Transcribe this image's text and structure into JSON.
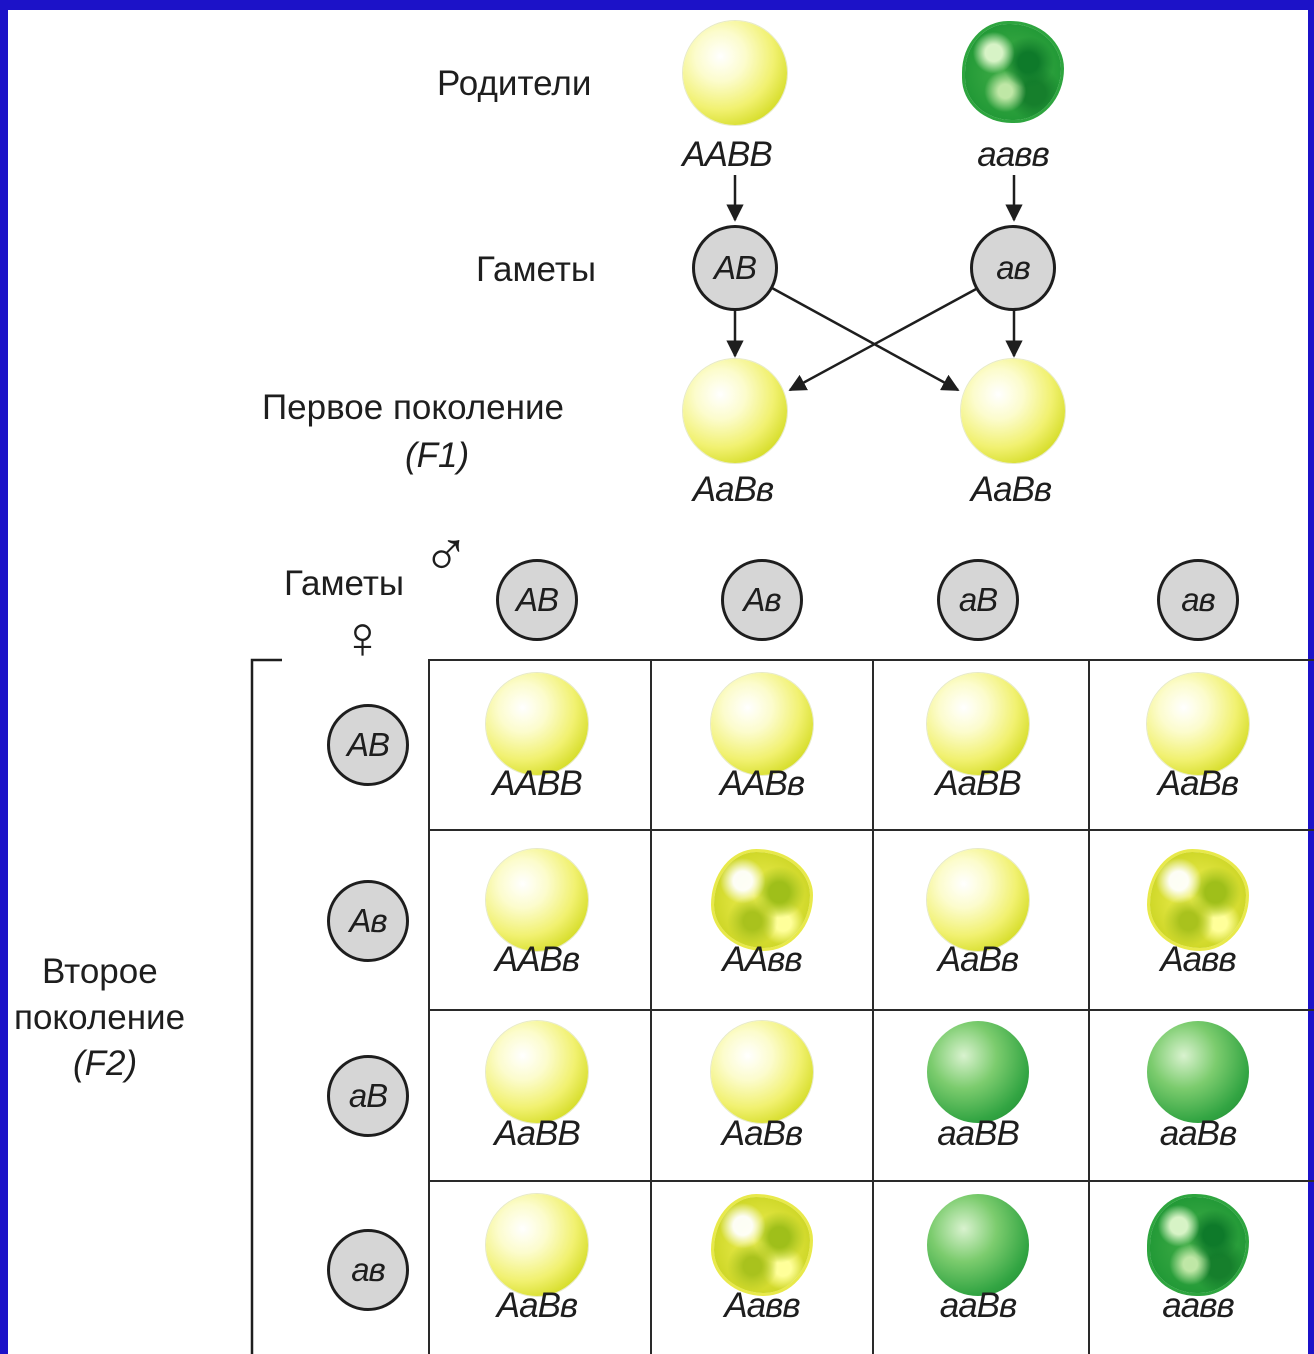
{
  "labels": {
    "parents": "Родители",
    "gametes": "Гаметы",
    "f1_line1": "Первое поколение",
    "f1_line2": "(F1)",
    "grid_gametes": "Гаметы",
    "f2_line1": "Второе",
    "f2_line2": "поколение",
    "f2_line3": "(F2)"
  },
  "symbols": {
    "male": "♂",
    "female": "♀"
  },
  "parents": [
    {
      "genotype": "AABB",
      "phenotype": "yellow-smooth"
    },
    {
      "genotype": "aaвв",
      "phenotype": "green-wrinkled"
    }
  ],
  "parent_gametes": [
    "AB",
    "aв"
  ],
  "f1": [
    {
      "genotype": "AaBв",
      "phenotype": "yellow-smooth"
    },
    {
      "genotype": "AaBв",
      "phenotype": "yellow-smooth"
    }
  ],
  "male_gametes": [
    "AB",
    "Aв",
    "aB",
    "aв"
  ],
  "female_gametes": [
    "AB",
    "Aв",
    "aB",
    "aв"
  ],
  "punnett": [
    [
      {
        "g": "AABB",
        "p": "ys"
      },
      {
        "g": "AABв",
        "p": "ys"
      },
      {
        "g": "AaBB",
        "p": "ys"
      },
      {
        "g": "AaBв",
        "p": "ys"
      }
    ],
    [
      {
        "g": "AABв",
        "p": "ys"
      },
      {
        "g": "AAвв",
        "p": "yw"
      },
      {
        "g": "AaBв",
        "p": "ys"
      },
      {
        "g": "Aaвв",
        "p": "yw"
      }
    ],
    [
      {
        "g": "AaBB",
        "p": "ys"
      },
      {
        "g": "AaBв",
        "p": "ys"
      },
      {
        "g": "aaBB",
        "p": "gs"
      },
      {
        "g": "aaBв",
        "p": "gs"
      }
    ],
    [
      {
        "g": "AaBв",
        "p": "ys"
      },
      {
        "g": "Aaвв",
        "p": "yw"
      },
      {
        "g": "aaBв",
        "p": "gs"
      },
      {
        "g": "aaвв",
        "p": "gw"
      }
    ]
  ],
  "phenotype_legend": {
    "ys": "yellow-smooth",
    "yw": "yellow-wrinkled",
    "gs": "green-smooth",
    "gw": "green-wrinkled"
  }
}
